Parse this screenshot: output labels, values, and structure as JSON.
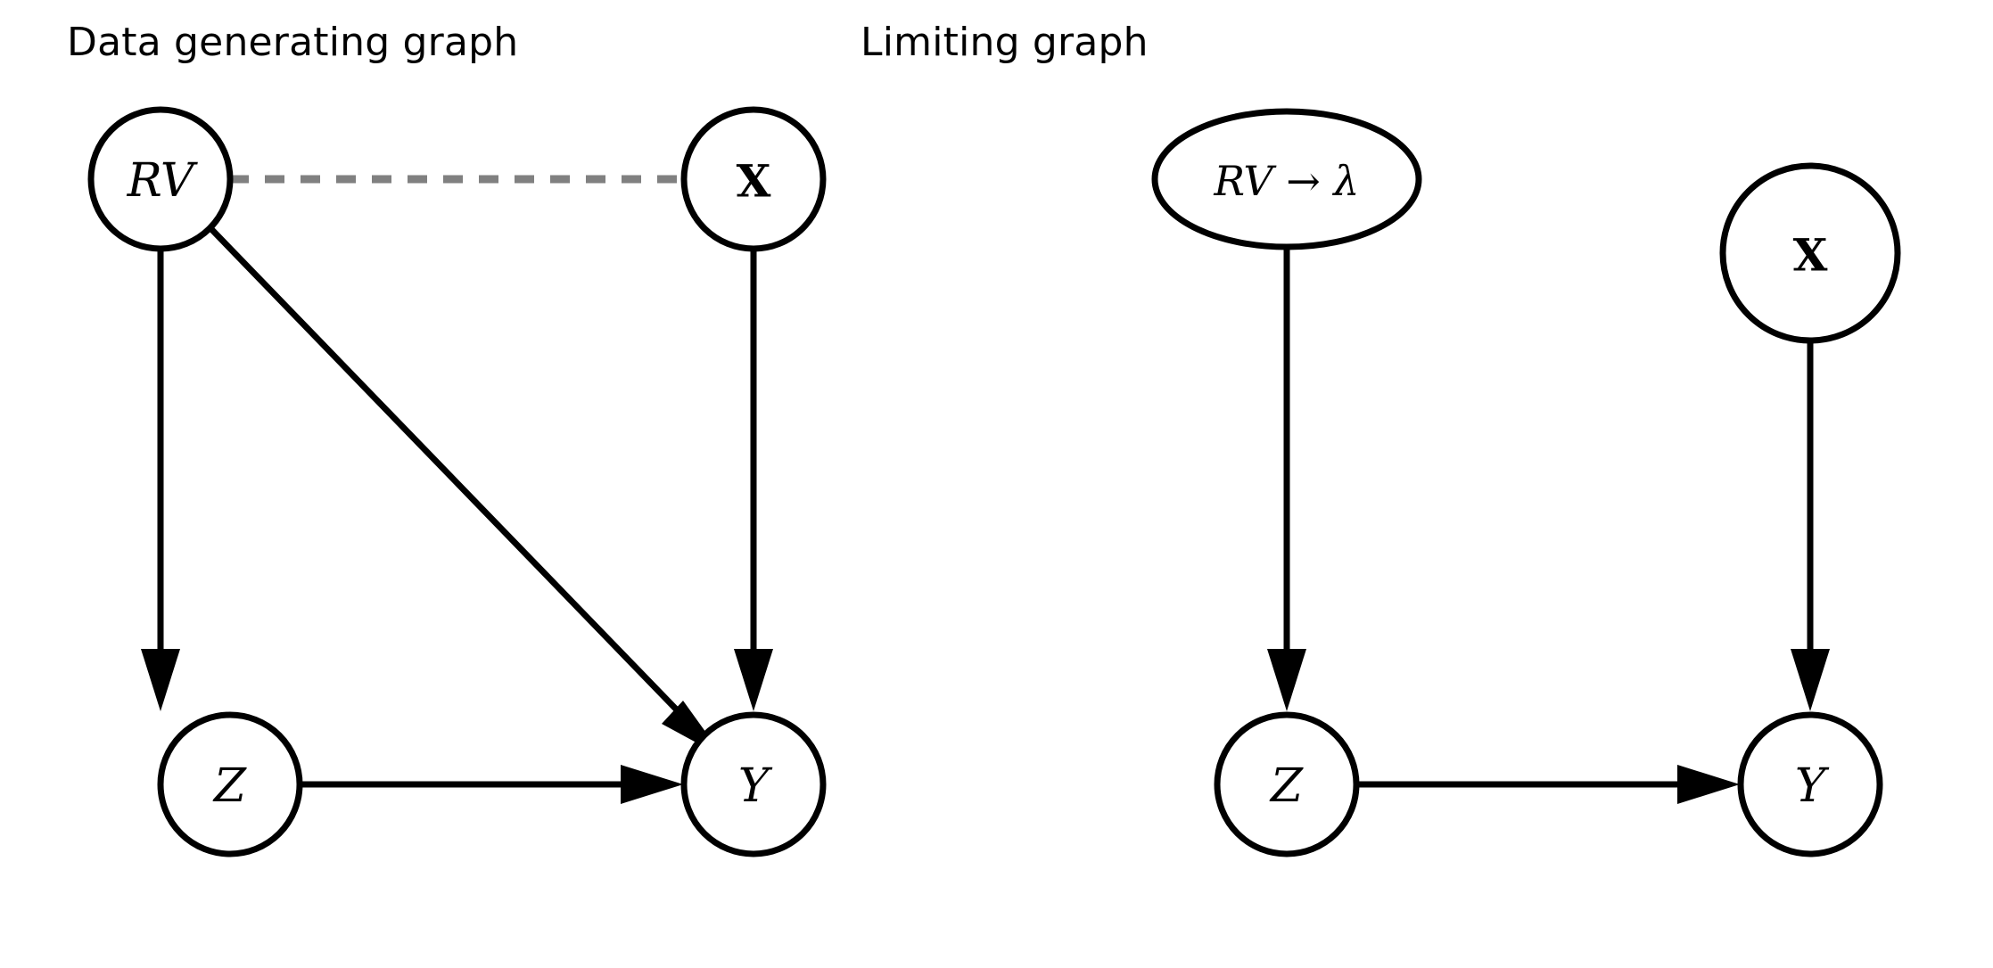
{
  "figure": {
    "background_color": "#ffffff",
    "edge_color": "#000000",
    "dashed_edge_color": "#808080",
    "node_fill": "#ffffff"
  },
  "panels": [
    {
      "id": "data-generating-graph",
      "title": "Data generating graph",
      "nodes": [
        {
          "id": "rv",
          "label": "RV",
          "style": "italic-math",
          "shape": "circle"
        },
        {
          "id": "x",
          "label": "X",
          "style": "bold-upright",
          "shape": "circle"
        },
        {
          "id": "z",
          "label": "Z",
          "style": "italic-math",
          "shape": "circle"
        },
        {
          "id": "y",
          "label": "Y",
          "style": "italic-math",
          "shape": "circle"
        }
      ],
      "edges": [
        {
          "from": "rv",
          "to": "x",
          "type": "dashed-undirected"
        },
        {
          "from": "rv",
          "to": "z",
          "type": "directed"
        },
        {
          "from": "rv",
          "to": "y",
          "type": "directed"
        },
        {
          "from": "x",
          "to": "y",
          "type": "directed"
        },
        {
          "from": "z",
          "to": "y",
          "type": "directed"
        }
      ]
    },
    {
      "id": "limiting-graph",
      "title": "Limiting graph",
      "nodes": [
        {
          "id": "rv-lambda",
          "label": "RV → λ",
          "style": "italic-math",
          "shape": "ellipse"
        },
        {
          "id": "x",
          "label": "X",
          "style": "bold-upright",
          "shape": "circle"
        },
        {
          "id": "z",
          "label": "Z",
          "style": "italic-math",
          "shape": "circle"
        },
        {
          "id": "y",
          "label": "Y",
          "style": "italic-math",
          "shape": "circle"
        }
      ],
      "edges": [
        {
          "from": "rv-lambda",
          "to": "z",
          "type": "directed"
        },
        {
          "from": "x",
          "to": "y",
          "type": "directed"
        },
        {
          "from": "z",
          "to": "y",
          "type": "directed"
        }
      ]
    }
  ],
  "labels": {
    "left_title": "Data generating graph",
    "right_title": "Limiting graph",
    "left_rv": "RV",
    "left_x": "X",
    "left_z": "Z",
    "left_y": "Y",
    "right_rv_lambda": "RV → λ",
    "right_x": "X",
    "right_z": "Z",
    "right_y": "Y"
  }
}
